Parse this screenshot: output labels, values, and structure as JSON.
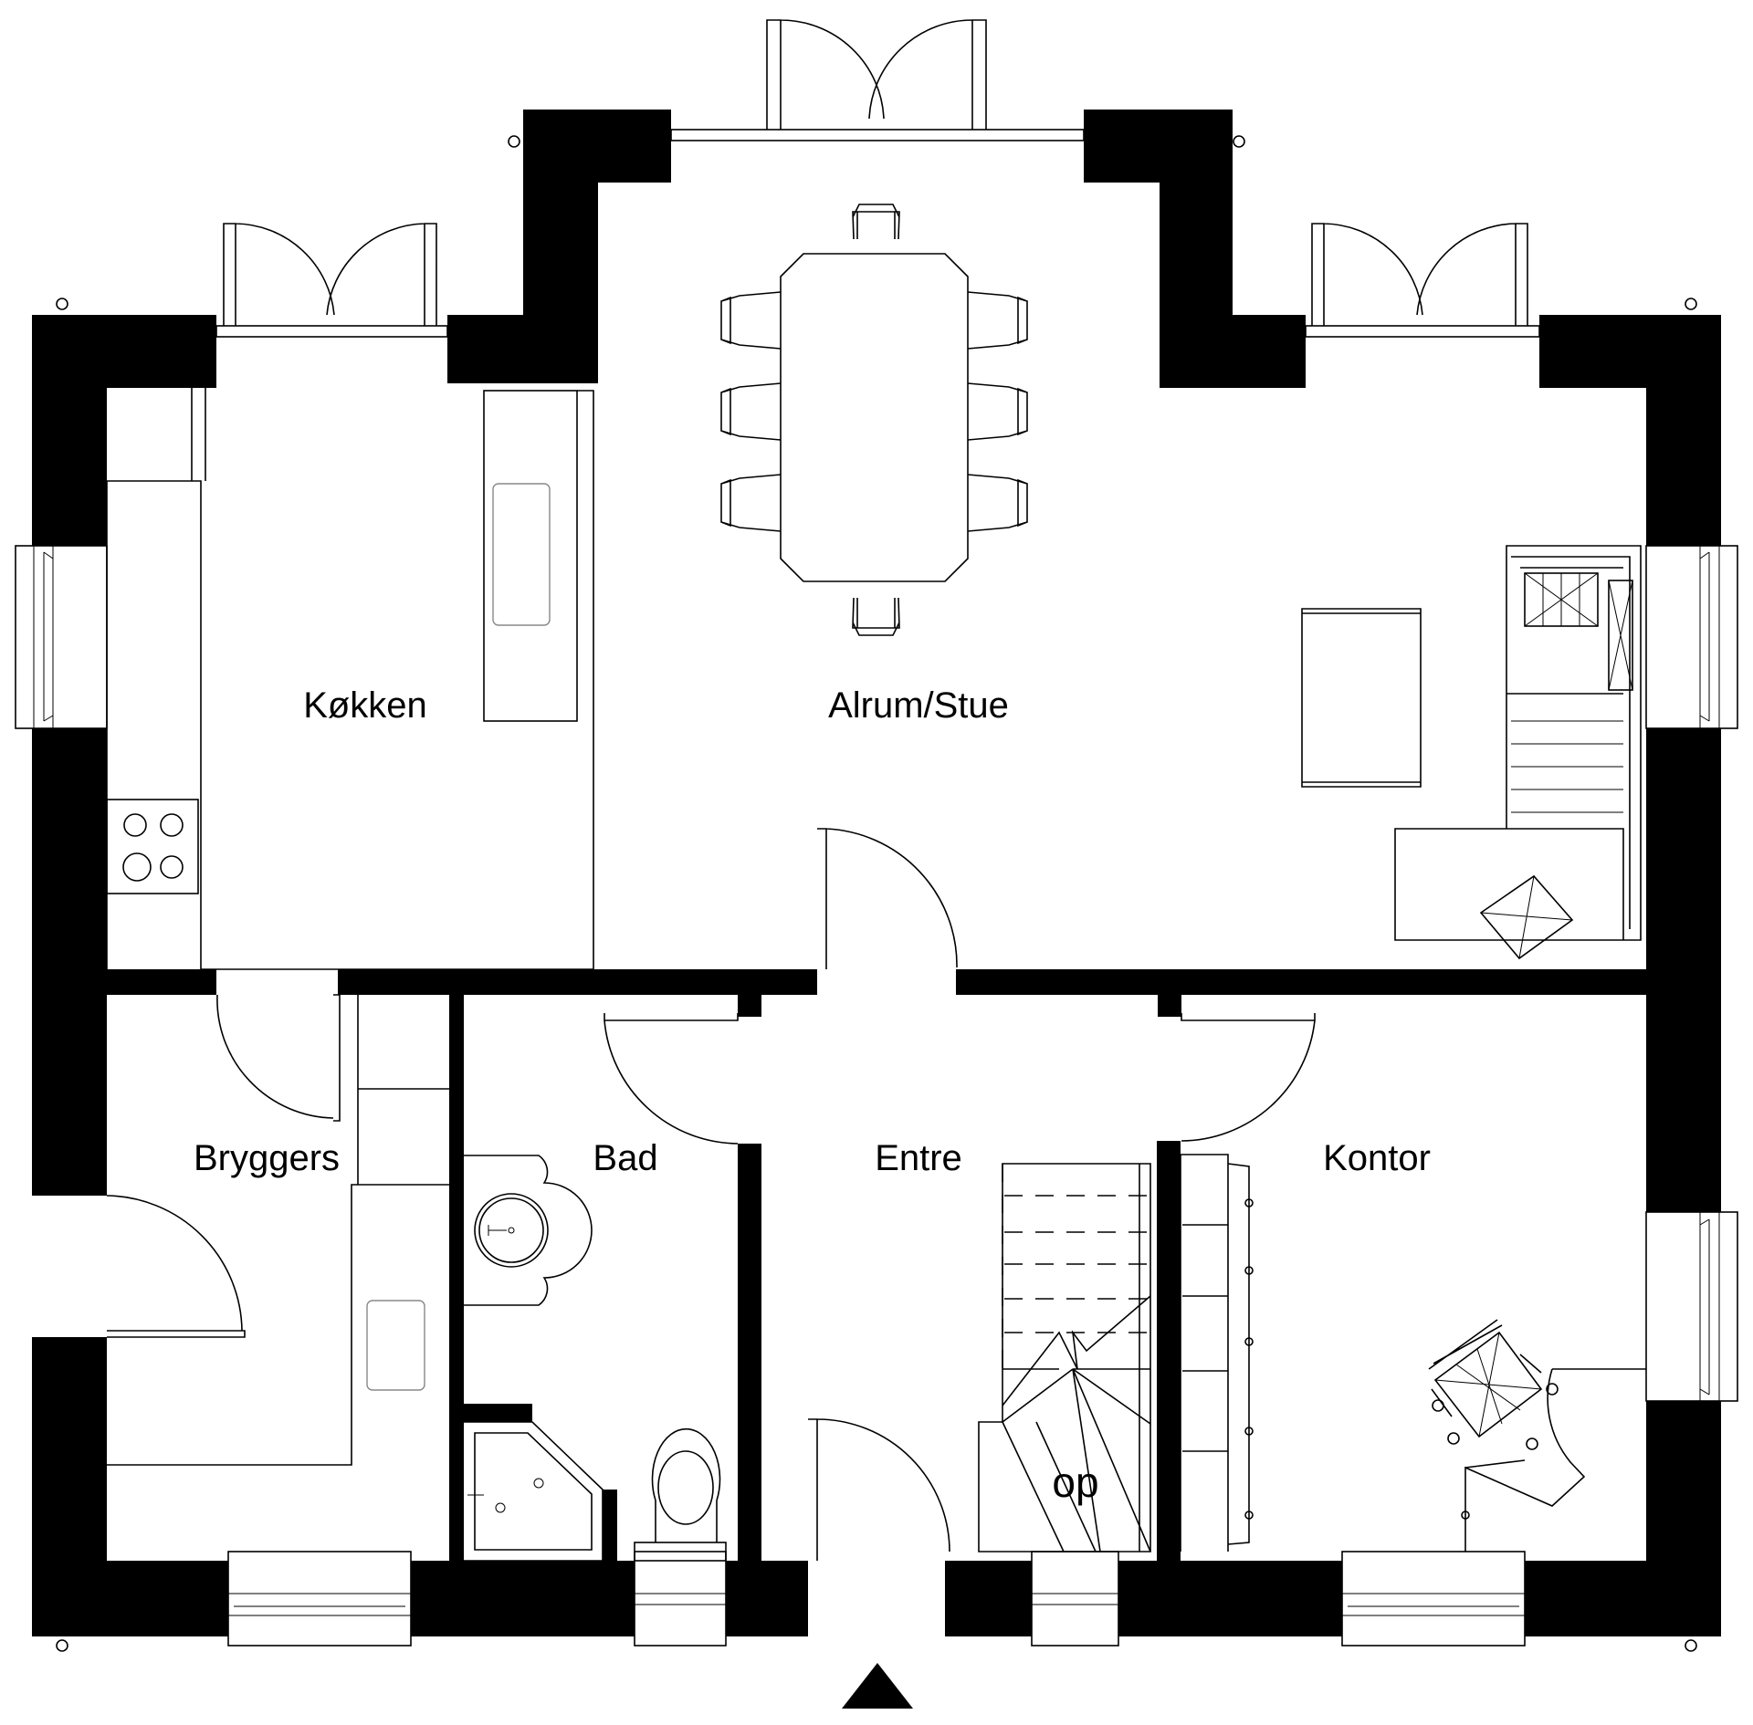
{
  "rooms": {
    "kitchen": "Køkken",
    "living": "Alrum/Stue",
    "utility": "Bryggers",
    "bath": "Bad",
    "hall": "Entre",
    "office": "Kontor"
  },
  "stair_label": "op",
  "colors": {
    "wall": "#000000",
    "background": "#ffffff",
    "line": "#000000",
    "sink_outline": "#888888"
  },
  "icons": {
    "entrance": "entrance-triangle-icon",
    "dining_chair": "chair-icon",
    "stove_burner": "burner-icon"
  }
}
